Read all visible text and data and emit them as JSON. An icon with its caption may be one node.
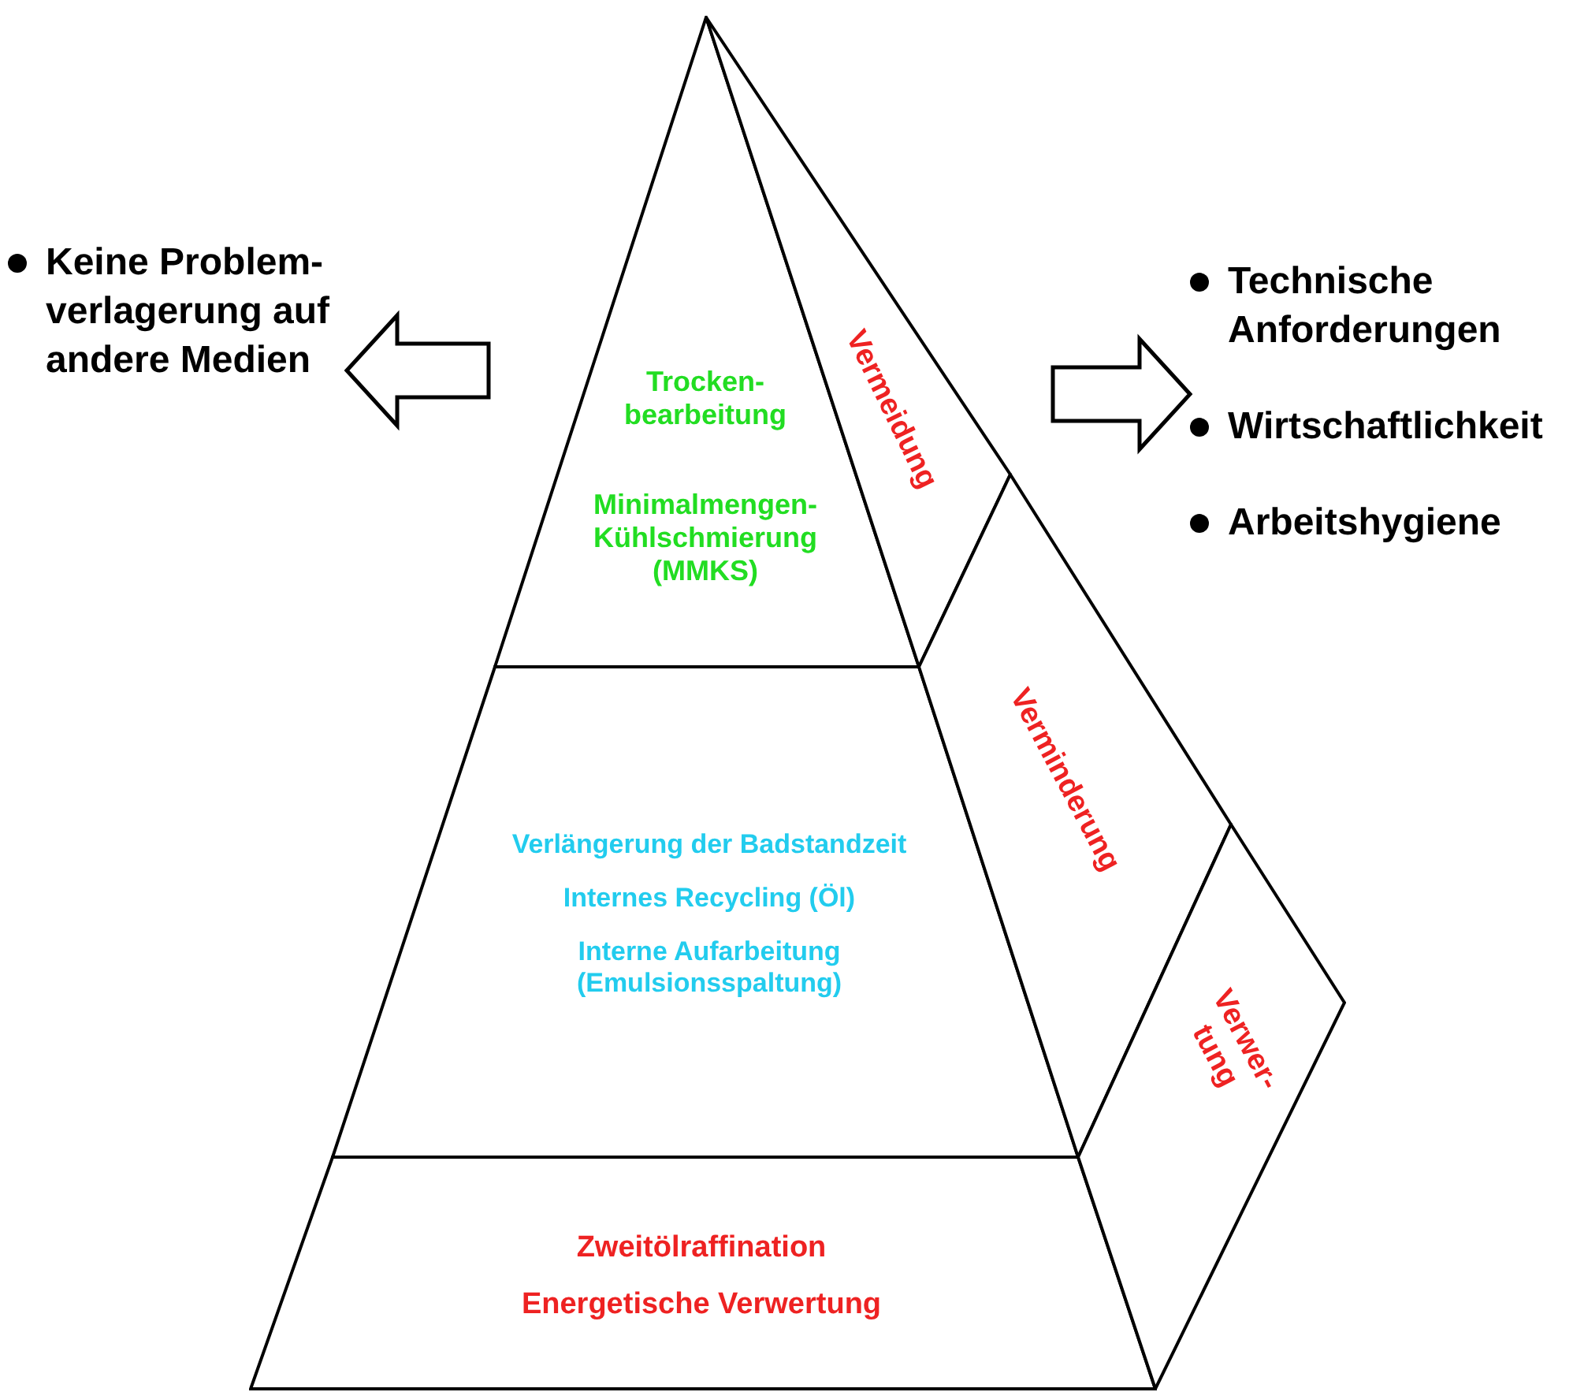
{
  "diagram": {
    "nodes": [
      {
        "text": [
          "Keine Problem- verlagerung auf andere Medien"
        ]
      },
      {
        "text": [
          "Trocken- bearbeitung",
          "Minimalmengen- Kühlschmierung (MMKS)"
        ]
      },
      {
        "text": [
          "Vermeidung"
        ]
      },
      {
        "text": [
          "Technische Anforderungen",
          "Wirtschaftlichkeit",
          "Arbeitshygiene"
        ]
      },
      {
        "text": [
          "Verlängerung der Badstandzeit",
          "Internes Recycling (Öl)",
          "Interne Aufarbeitung (Emulsionsspaltung)"
        ]
      },
      {
        "text": [
          "Verminderung"
        ]
      },
      {
        "text": [
          "Zweitölraffination",
          "Energetische Verwertung"
        ]
      },
      {
        "text": [
          "Verwer- tung"
        ]
      }
    ],
    "edges": [
      {
        "from": null,
        "to": 0,
        "arrow": "to"
      },
      {
        "from": null,
        "to": 3,
        "arrow": "to"
      }
    ]
  }
}
